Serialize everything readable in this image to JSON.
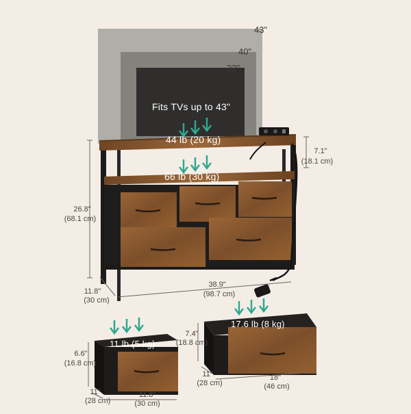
{
  "tv": {
    "sizes": [
      "43\"",
      "40\"",
      "32\""
    ],
    "fit_text": "Fits TVs up to 43\""
  },
  "dresser": {
    "top_load": "44 lb (20 kg)",
    "shelf_load": "66 lb (30 kg)",
    "shelf_gap": [
      "7.1\"",
      "(18.1 cm)"
    ],
    "height": [
      "26.8\"",
      "(68.1 cm)"
    ],
    "depth": [
      "11.8\"",
      "(30 cm)"
    ],
    "width": [
      "38.9\"",
      "(98.7 cm)"
    ]
  },
  "small_drawer": {
    "load": "11 lb (5 kg)",
    "height": [
      "6.6\"",
      "(16.8 cm)"
    ],
    "depth": [
      "11\"",
      "(28 cm)"
    ],
    "width": [
      "11.8\"",
      "(30 cm)"
    ]
  },
  "large_drawer": {
    "load": "17.6 lb (8 kg)",
    "height": [
      "7.4\"",
      "(18.8 cm)"
    ],
    "depth": [
      "11\"",
      "(28 cm)"
    ],
    "width": [
      "18\"",
      "(46 cm)"
    ]
  },
  "colors": {
    "background": "#f4ede6",
    "wood": "#8a5a32",
    "frame": "#1c1b1a",
    "arrow": "#2fa890",
    "tv_43": "#a9a6a1",
    "tv_40": "#7f7c78",
    "tv_32": "#2e2d2c"
  },
  "icons": [
    "down-arrow-icon",
    "power-outlet-icon",
    "usb-port-icon",
    "power-plug-icon"
  ]
}
